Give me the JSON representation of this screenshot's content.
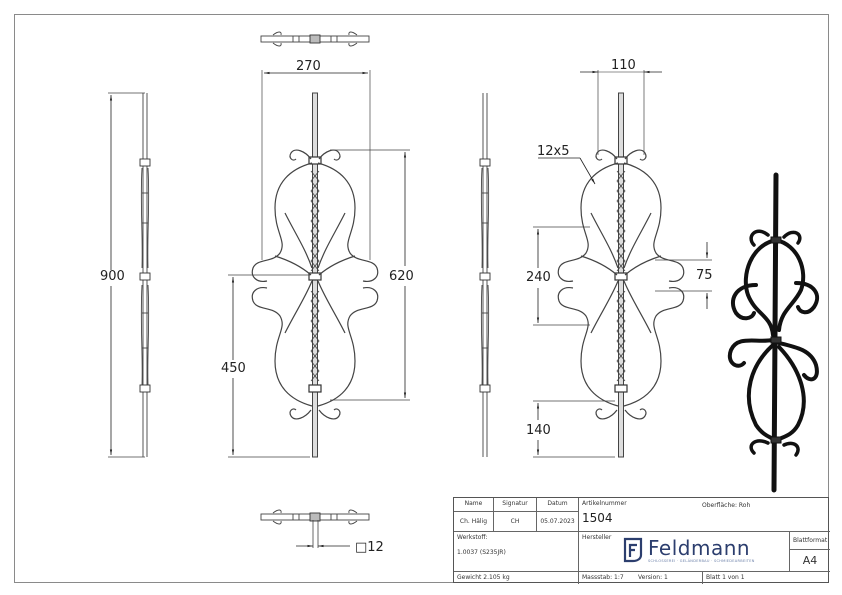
{
  "drawing": {
    "title": "Feldmann technical drawing - ornamental baluster",
    "views": [
      "top-view",
      "side-view-left",
      "front-view",
      "side-view-right",
      "front-view-dimensioned",
      "isometric-3d-view",
      "bottom-view"
    ]
  },
  "dimensions": {
    "overall_height": "900",
    "front_width": "270",
    "ornament_height": "620",
    "center_height": "450",
    "scroll_width": "110",
    "flat_bar": "12x5",
    "scroll_span": "240",
    "scroll_gap": "75",
    "bottom_offset": "140",
    "square_bar": "□12"
  },
  "title_block": {
    "headers": {
      "name": "Name",
      "signature": "Signatur",
      "date": "Datum",
      "article_number_label": "Artikelnummer",
      "surface_label": "Oberfläche:",
      "surface_value": "Roh"
    },
    "row": {
      "name": "Ch. Hälig",
      "signature": "CH",
      "date": "05.07.2023",
      "article_number": "1504"
    },
    "material_label": "Werkstoff:",
    "material_value": "1.0037 (S235JR)",
    "manufacturer_label": "Hersteller",
    "brand": "Feldmann",
    "brand_tagline": "SCHLOSSEREI · GELÄNDERBAU · SCHMIEDEARBEITEN",
    "sheet_format_label": "Blattformat",
    "sheet_format_value": "A4",
    "weight": "Gewicht 2.105 kg",
    "scale": "Massstab: 1:7",
    "version": "Version: 1",
    "sheet": "Blatt 1 von 1"
  },
  "colors": {
    "line": "#333333",
    "frame": "#8a8a8a",
    "brand": "#2c3e6e",
    "iron": "#111111"
  }
}
